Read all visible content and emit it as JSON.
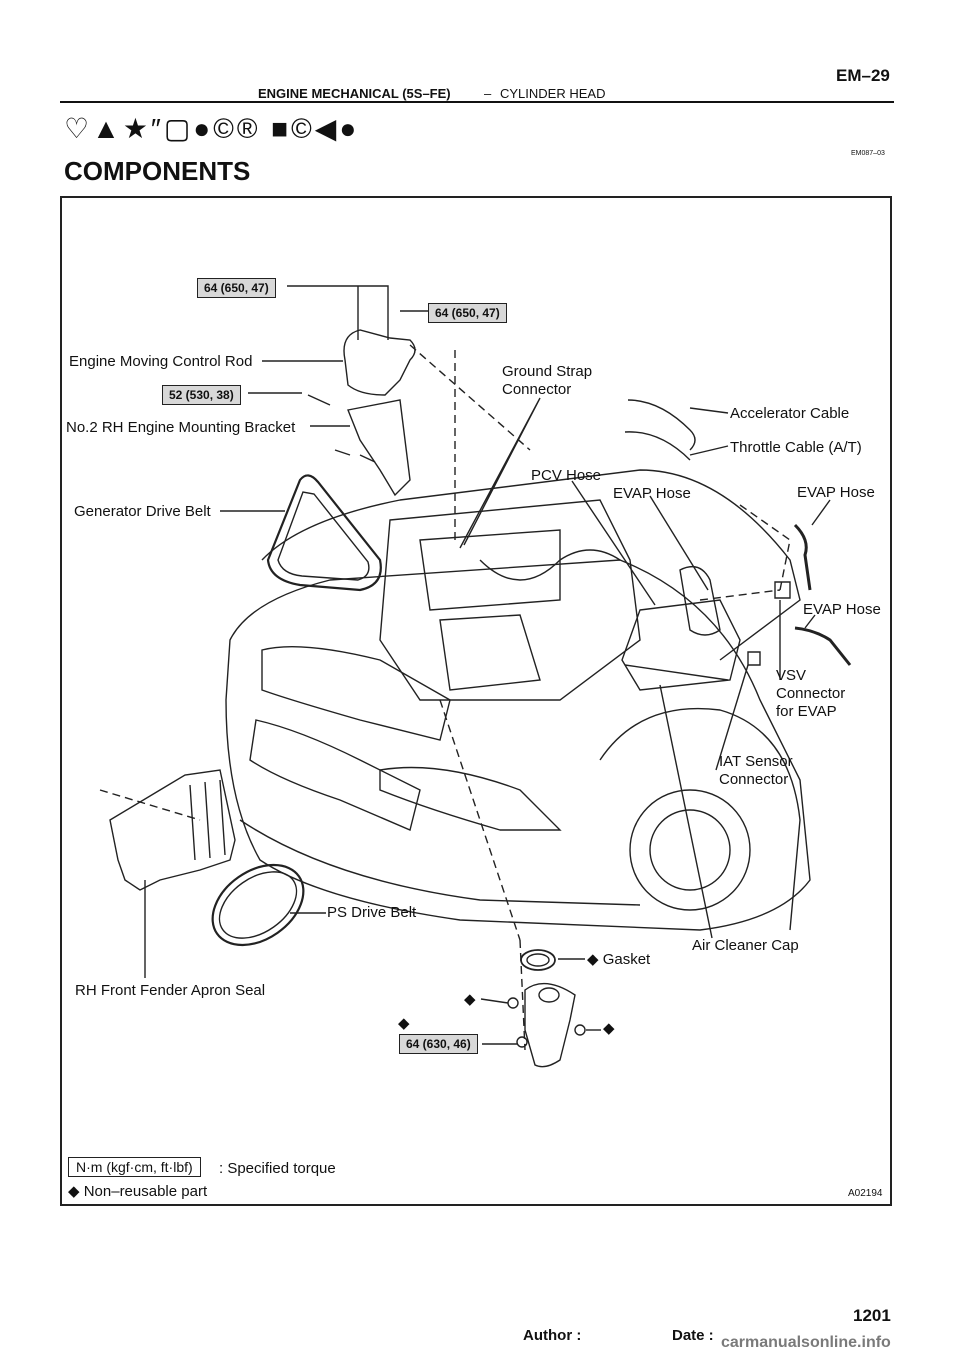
{
  "header": {
    "section": "ENGINE MECHANICAL (5S–FE)",
    "dash": "–",
    "subsection": "CYLINDER HEAD",
    "page_code": "EM–29",
    "symbol_heading": "♡▲★″▢●©®  ■©◀●",
    "doc_code": "EM087–03",
    "title": "COMPONENTS"
  },
  "torques": {
    "t1": "64 (650, 47)",
    "t2": "64 (650, 47)",
    "t3": "52 (530, 38)",
    "t4": "64 (630, 46)"
  },
  "labels": {
    "engine_moving_control_rod": "Engine Moving Control Rod",
    "mounting_bracket": "No.2 RH Engine Mounting Bracket",
    "generator_drive_belt": "Generator Drive Belt",
    "ground_strap_1": "Ground  Strap",
    "ground_strap_2": "Connector",
    "accelerator_cable": "Accelerator Cable",
    "throttle_cable": "Throttle Cable (A/T)",
    "pcv_hose": "PCV Hose",
    "evap_hose_1": "EVAP Hose",
    "evap_hose_2": "EVAP Hose",
    "evap_hose_3": "EVAP Hose",
    "vsv_1": "VSV",
    "vsv_2": "Connector",
    "vsv_3": "for EVAP",
    "iat_1": "IAT  Sensor",
    "iat_2": "Connector",
    "ps_drive_belt": "PS Drive Belt",
    "air_cleaner_cap": "Air Cleaner Cap",
    "gasket": "◆ Gasket",
    "rh_apron_seal": "RH Front Fender Apron Seal",
    "diamond": "◆"
  },
  "legend": {
    "unit_box": "N·m (kgf·cm, ft·lbf)",
    "unit_text": ": Specified torque",
    "nonreusable": "◆ Non–reusable part",
    "figure_code": "A02194"
  },
  "footer": {
    "page_number": "1201",
    "author": "Author :",
    "date": "Date :",
    "watermark": "carmanualsonline.info"
  }
}
